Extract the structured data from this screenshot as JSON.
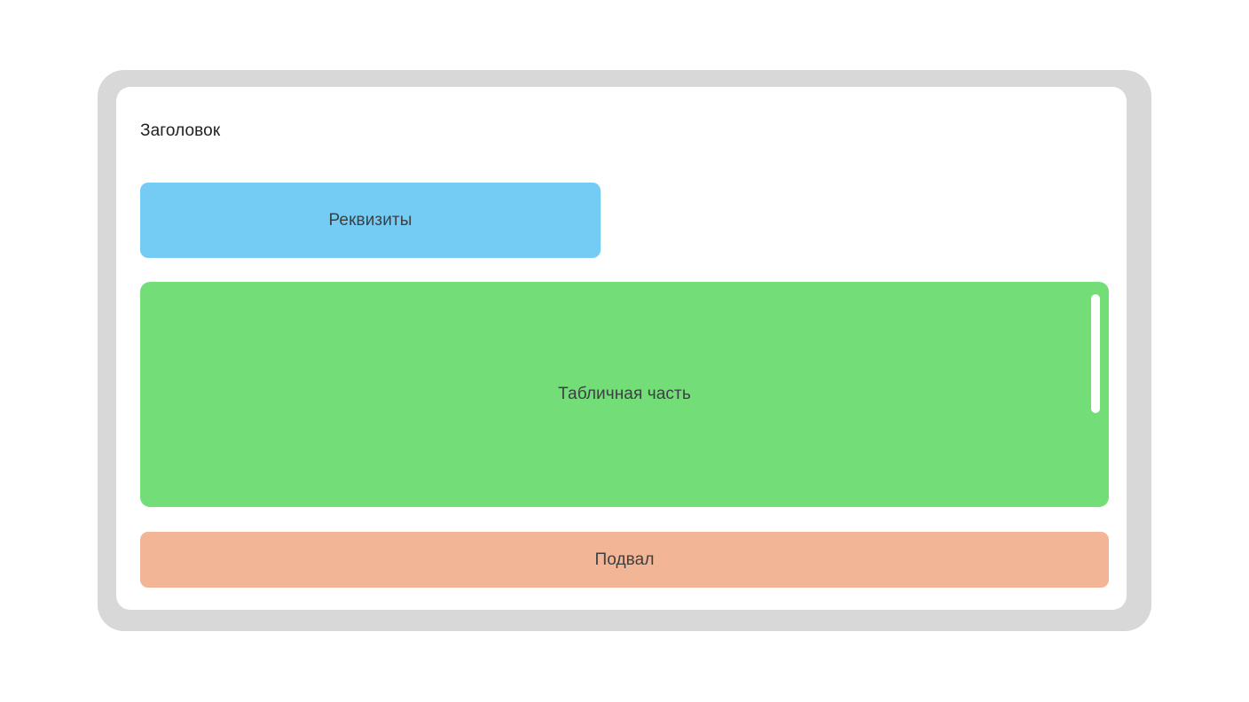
{
  "window": {
    "title": "Заголовок"
  },
  "colors": {
    "canvas_background": "#ffffff",
    "outer_frame": "#d8d8d8",
    "content_card": "#ffffff",
    "attributes_block": "#74ccf5",
    "table_block": "#73de78",
    "footer_block": "#f2b596",
    "title_text": "#212121",
    "block_text": "#3c4043",
    "scrollbar_thumb": "#ffffff"
  },
  "form": {
    "title": "Заголовок",
    "sections": [
      {
        "id": "attributes",
        "label": "Реквизиты",
        "color": "#74ccf5",
        "has_scrollbar": false
      },
      {
        "id": "table-part",
        "label": "Табличная часть",
        "color": "#73de78",
        "has_scrollbar": true
      },
      {
        "id": "footer",
        "label": "Подвал",
        "color": "#f2b596",
        "has_scrollbar": false
      }
    ]
  }
}
